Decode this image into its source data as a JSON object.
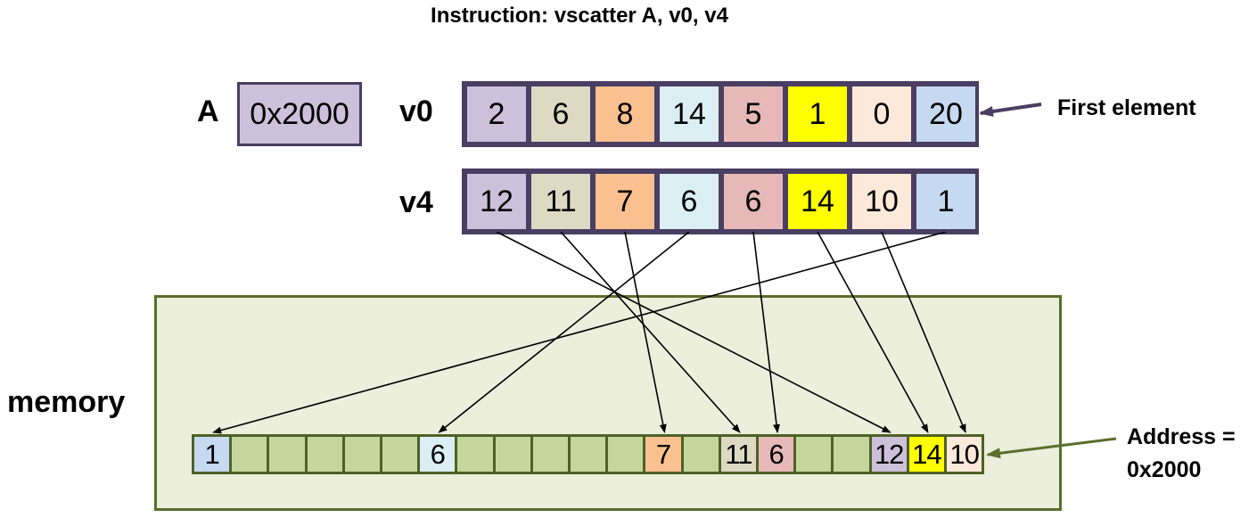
{
  "instruction": "Instruction: vscatter A, v0, v4",
  "register_a": {
    "label": "A",
    "value": "0x2000",
    "color": "#ccc0da"
  },
  "v0": {
    "label": "v0",
    "cells": [
      {
        "value": "2",
        "color": "#ccc0da"
      },
      {
        "value": "6",
        "color": "#ddd9c3"
      },
      {
        "value": "8",
        "color": "#fac090"
      },
      {
        "value": "14",
        "color": "#dbeef3"
      },
      {
        "value": "5",
        "color": "#e6b9b8"
      },
      {
        "value": "1",
        "color": "#ffff00"
      },
      {
        "value": "0",
        "color": "#fde9d9"
      },
      {
        "value": "20",
        "color": "#c5d9f1"
      }
    ]
  },
  "v4": {
    "label": "v4",
    "cells": [
      {
        "value": "12",
        "color": "#ccc0da"
      },
      {
        "value": "11",
        "color": "#ddd9c3"
      },
      {
        "value": "7",
        "color": "#fac090"
      },
      {
        "value": "6",
        "color": "#dbeef3"
      },
      {
        "value": "6",
        "color": "#e6b9b8"
      },
      {
        "value": "14",
        "color": "#ffff00"
      },
      {
        "value": "10",
        "color": "#fde9d9"
      },
      {
        "value": "1",
        "color": "#c5d9f1"
      }
    ]
  },
  "memory": {
    "label": "memory",
    "cell_count": 21,
    "cells": [
      {
        "slot": 0,
        "value": "1",
        "color": "#c5d9f1"
      },
      {
        "slot": 6,
        "value": "6",
        "color": "#dbeef3"
      },
      {
        "slot": 12,
        "value": "7",
        "color": "#fac090"
      },
      {
        "slot": 14,
        "value": "11",
        "color": "#ddd9c3"
      },
      {
        "slot": 15,
        "value": "6",
        "color": "#e6b9b8"
      },
      {
        "slot": 18,
        "value": "12",
        "color": "#ccc0da"
      },
      {
        "slot": 19,
        "value": "14",
        "color": "#ffff00"
      },
      {
        "slot": 20,
        "value": "10",
        "color": "#fde9d9"
      }
    ],
    "empty_color": "#c4d69c"
  },
  "scatter_arrows": [
    {
      "from_lane": 0,
      "to_slot": 18
    },
    {
      "from_lane": 1,
      "to_slot": 14
    },
    {
      "from_lane": 2,
      "to_slot": 12
    },
    {
      "from_lane": 3,
      "to_slot": 6
    },
    {
      "from_lane": 4,
      "to_slot": 15
    },
    {
      "from_lane": 5,
      "to_slot": 19
    },
    {
      "from_lane": 6,
      "to_slot": 20
    },
    {
      "from_lane": 7,
      "to_slot": 0
    }
  ],
  "annotations": {
    "first_element": "First element",
    "address_line1": "Address =",
    "address_line2": "0x2000"
  },
  "colors": {
    "register_border": "#4a3e63",
    "memory_border": "#4f6127",
    "memory_background": "#ebefdc",
    "first_element_arrow": "#4a3e63",
    "address_arrow": "#5b6e2c",
    "scatter_arrow": "#000000"
  }
}
